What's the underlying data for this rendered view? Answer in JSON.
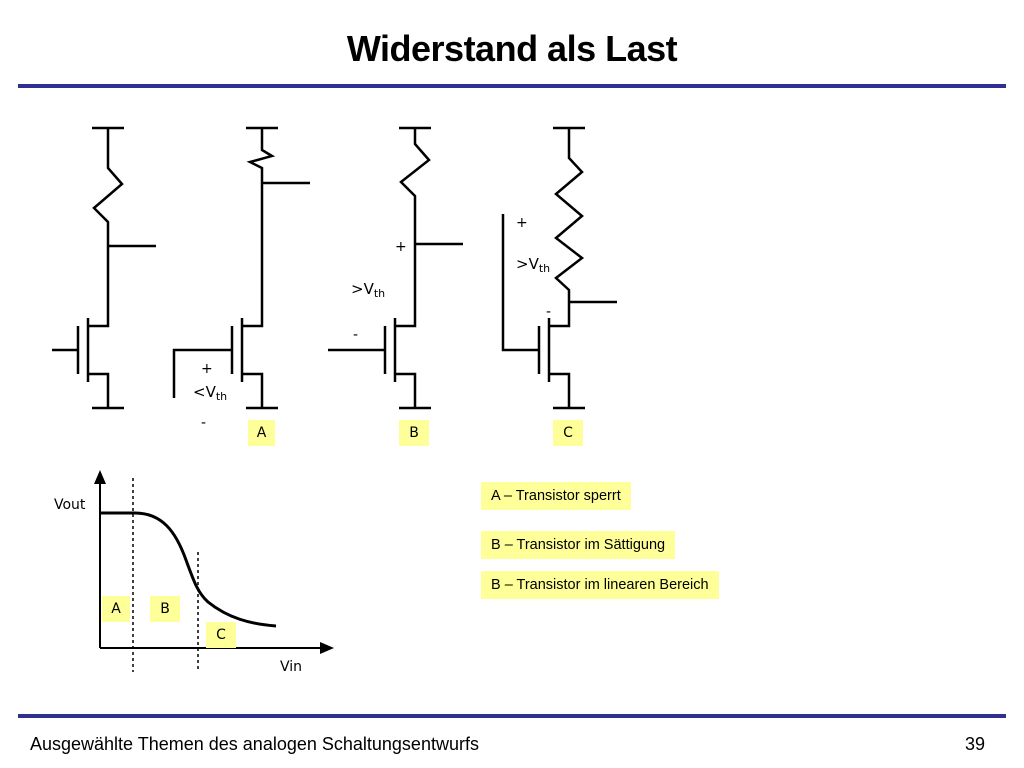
{
  "slide": {
    "title": "Widerstand als Last",
    "footer": "Ausgewählte Themen des analogen Schaltungsentwurfs",
    "page_number": "39"
  },
  "circuits": {
    "a": {
      "plus": "+",
      "vth_prefix": "<V",
      "vth_sub": "th",
      "minus": "-",
      "tag": "A"
    },
    "b": {
      "plus": "+",
      "vth_prefix": ">V",
      "vth_sub": "th",
      "minus": "-",
      "tag": "B"
    },
    "c": {
      "plus": "+",
      "vth_prefix": ">V",
      "vth_sub": "th",
      "minus": "-",
      "tag": "C"
    }
  },
  "graph": {
    "ylabel": "Vout",
    "xlabel": "Vin",
    "regions": [
      "A",
      "B",
      "C"
    ]
  },
  "legend": [
    "A – Transistor sperrt",
    "B – Transistor im Sättigung",
    "B – Transistor im linearen Bereich"
  ],
  "colors": {
    "rule": "#2e3192",
    "highlight": "#ffff99"
  }
}
